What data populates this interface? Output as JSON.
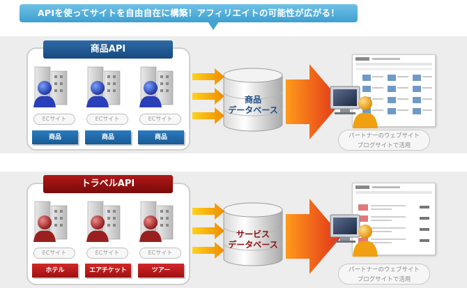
{
  "headline": "APIを使ってサイトを自由自在に構築！アフィリエイトの可能性が広がる！",
  "sections": [
    {
      "api_title": "商品API",
      "ec_labels": [
        "ECサイト",
        "ECサイト",
        "ECサイト"
      ],
      "buttons": [
        "商品",
        "商品",
        "商品"
      ],
      "database_line1": "商品",
      "database_line2": "データベース",
      "partner_line1": "パートナーのウェブサイト",
      "partner_line2": "ブログサイトで活用"
    },
    {
      "api_title": "トラベルAPI",
      "ec_labels": [
        "ECサイト",
        "ECサイト",
        "ECサイト"
      ],
      "buttons": [
        "ホテル",
        "エアチケット",
        "ツアー"
      ],
      "database_line1": "サービス",
      "database_line2": "データベース",
      "partner_line1": "パートナーのウェブサイト",
      "partner_line2": "ブログサイトで活用"
    }
  ],
  "colors": {
    "blue": "#1f4f86",
    "red": "#8e0f0f",
    "orange_arrow": "#f5a300",
    "big_arrow": "#e2331b"
  }
}
